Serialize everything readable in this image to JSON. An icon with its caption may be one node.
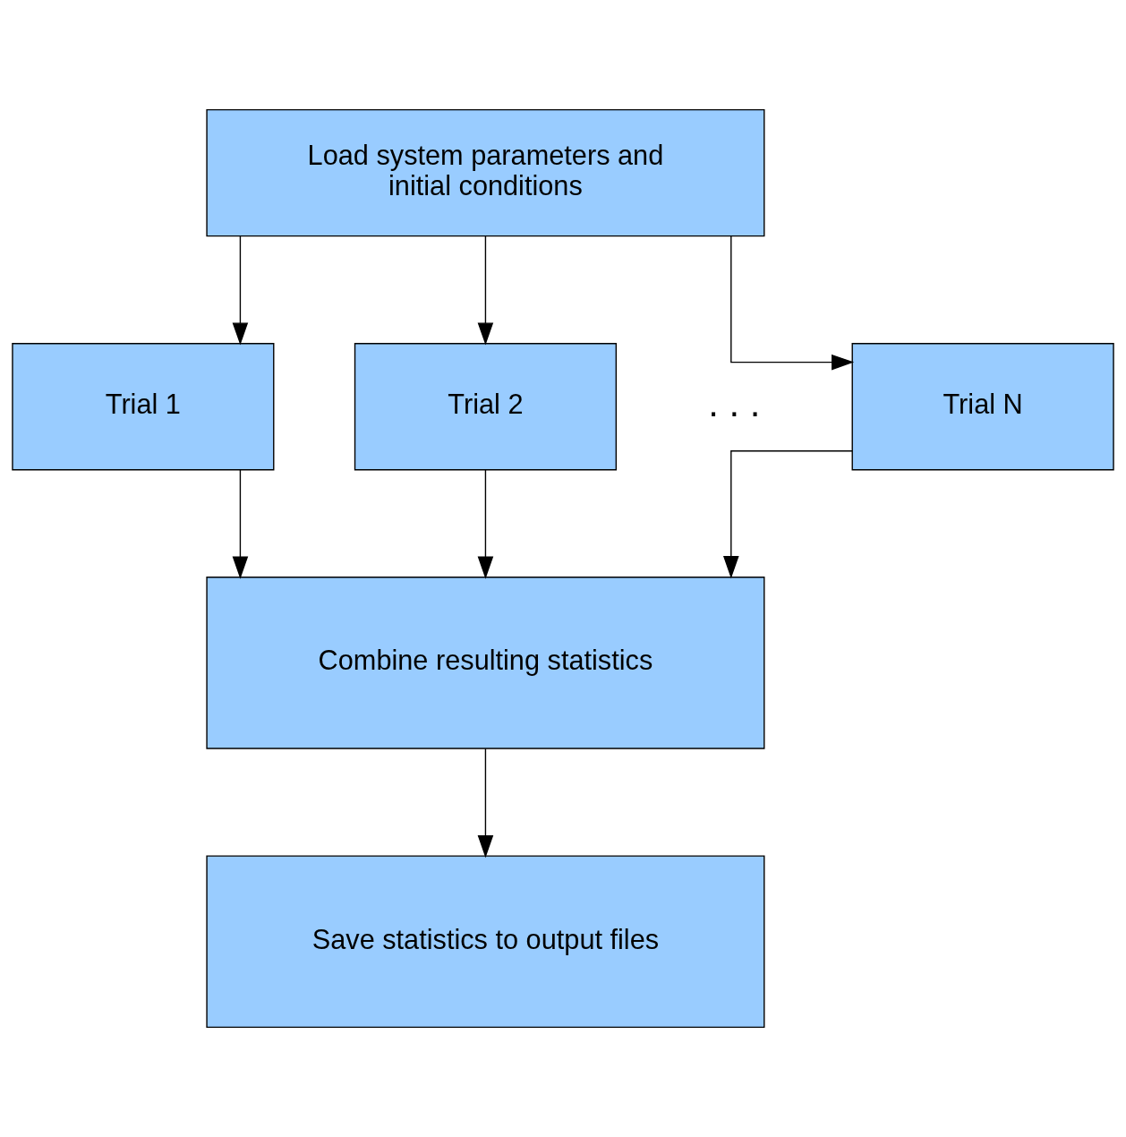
{
  "diagram": {
    "nodes": [
      {
        "text": [
          "Load system parameters and initial conditions"
        ]
      },
      {
        "text": [
          "Trial 1"
        ]
      },
      {
        "text": [
          "Trial 2"
        ]
      },
      {
        "text": [
          "Trial N"
        ]
      },
      {
        "text": [
          "Combine resulting statistics"
        ]
      },
      {
        "text": [
          "Save statistics to output files"
        ]
      }
    ],
    "edges": [
      {
        "from": 0,
        "to": 1,
        "arrow": "to"
      },
      {
        "from": 0,
        "to": 2,
        "arrow": "to"
      },
      {
        "from": 0,
        "to": 3,
        "arrow": "to"
      },
      {
        "from": 1,
        "to": 4,
        "arrow": "to"
      },
      {
        "from": 2,
        "to": 4,
        "arrow": "to"
      },
      {
        "from": 3,
        "to": 4,
        "arrow": "to"
      },
      {
        "from": 4,
        "to": 5,
        "arrow": "to"
      }
    ],
    "labels": [
      ". . ."
    ]
  }
}
